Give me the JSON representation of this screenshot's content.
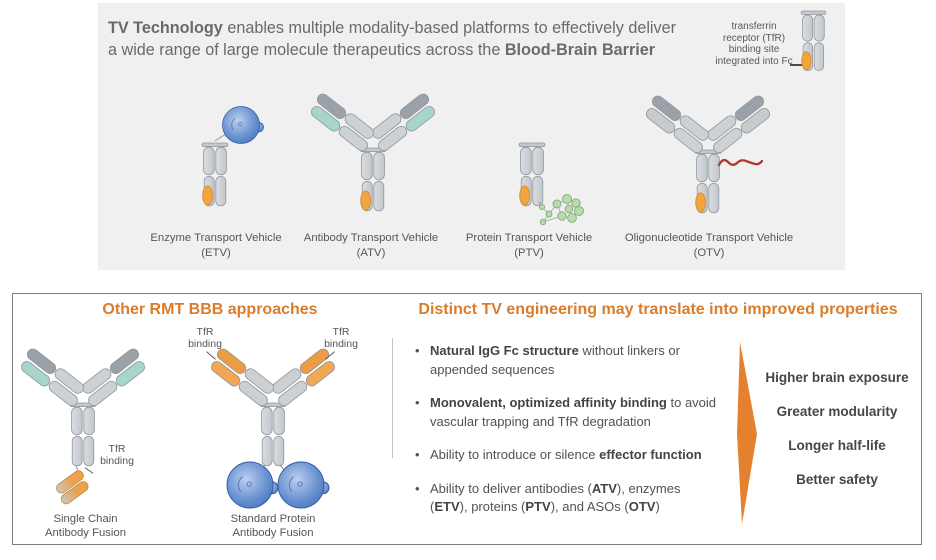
{
  "colors": {
    "accent_orange": "#DB7C2B",
    "tfr_site_orange": "#F2A43F",
    "antibody_gray": "#CCD1D5",
    "antibody_dark_gray": "#9AA1A9",
    "atv_teal": "#A8D5CB",
    "enzyme_blue": "#4A79C0",
    "protein_green": "#B5DAAB",
    "oligo_red": "#B23931",
    "panel_gray": "#F0F0F1"
  },
  "top_panel": {
    "headline_lines": [
      [
        {
          "t": "TV Technology",
          "b": true,
          "c": true
        },
        {
          "t": " enables multiple modality-based platforms to effectively deliver"
        }
      ],
      [
        {
          "t": "a wide range of large molecule therapeutics across the "
        },
        {
          "t": "Blood-Brain Barrier",
          "b": true,
          "c": true
        }
      ]
    ],
    "fc_note_lines": [
      "transferrin",
      "receptor (TfR)",
      "binding site",
      "integrated into Fc"
    ],
    "vehicles": [
      {
        "label": "Enzyme Transport Vehicle",
        "abbr": "(ETV)"
      },
      {
        "label": "Antibody Transport Vehicle",
        "abbr": "(ATV)"
      },
      {
        "label": "Protein Transport Vehicle",
        "abbr": "(PTV)"
      },
      {
        "label": "Oligonucleotide Transport Vehicle",
        "abbr": "(OTV)"
      }
    ]
  },
  "bottom_panel": {
    "left_title": "Other RMT BBB approaches",
    "approaches": [
      {
        "name_lines": [
          "Single Chain",
          "Antibody Fusion"
        ],
        "tfr_labels": [
          "TfR binding"
        ]
      },
      {
        "name_lines": [
          "Standard Protein",
          "Antibody Fusion"
        ],
        "tfr_labels": [
          "TfR binding",
          "TfR binding"
        ]
      }
    ],
    "right_title": "Distinct TV engineering may translate into improved properties",
    "bullets": [
      [
        {
          "t": "Natural IgG Fc structure",
          "b": true
        },
        {
          "t": " without linkers or appended sequences"
        }
      ],
      [
        {
          "t": "Monovalent, optimized affinity binding",
          "b": true
        },
        {
          "t": " to avoid vascular trapping and TfR degradation"
        }
      ],
      [
        {
          "t": "Ability to introduce or silence "
        },
        {
          "t": "effector function",
          "b": true
        }
      ],
      [
        {
          "t": "Ability to deliver antibodies ("
        },
        {
          "t": "ATV",
          "b": true
        },
        {
          "t": "), enzymes ("
        },
        {
          "t": "ETV",
          "b": true
        },
        {
          "t": "), proteins ("
        },
        {
          "t": "PTV",
          "b": true
        },
        {
          "t": "), and ASOs ("
        },
        {
          "t": "OTV",
          "b": true
        },
        {
          "t": ")"
        }
      ]
    ],
    "benefits": [
      "Higher brain exposure",
      "Greater modularity",
      "Longer half-life",
      "Better safety"
    ]
  }
}
